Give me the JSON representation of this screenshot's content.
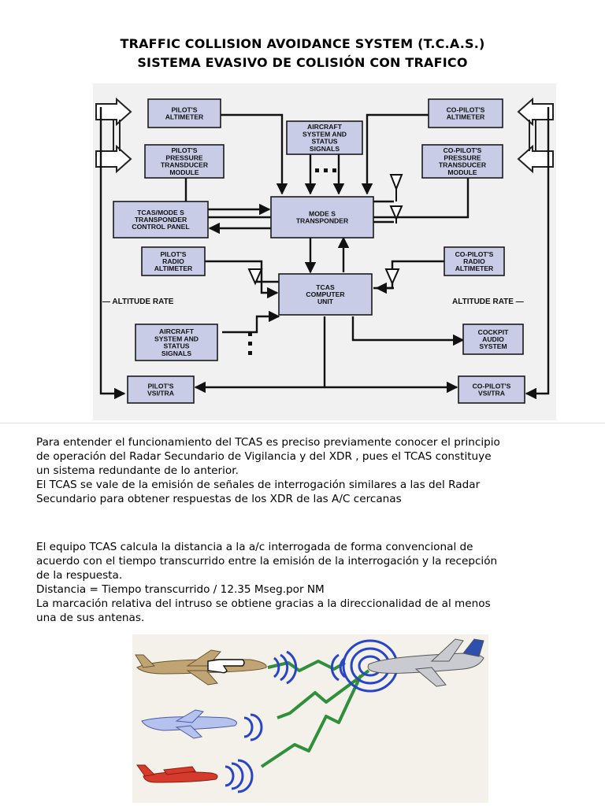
{
  "title_line1": "TRAFFIC COLLISION AVOIDANCE SYSTEM (T.C.A.S.)",
  "title_line2": "SISTEMA EVASIVO DE COLISIÓN CON TRAFICO",
  "diagram": {
    "pilot_altimeter": [
      "PILOT'S",
      "ALTIMETER"
    ],
    "aircraft_system_top": [
      "AIRCRAFT",
      "SYSTEM AND",
      "STATUS",
      "SIGNALS"
    ],
    "copilot_altimeter": [
      "CO-PILOT'S",
      "ALTIMETER"
    ],
    "pilot_pressure": [
      "PILOT'S",
      "PRESSURE",
      "TRANSDUCER",
      "MODULE"
    ],
    "copilot_pressure": [
      "CO-PILOT'S",
      "PRESSURE",
      "TRANSDUCER",
      "MODULE"
    ],
    "tcas_panel": [
      "TCAS/MODE S",
      "TRANSPONDER",
      "CONTROL PANEL"
    ],
    "mode_s": [
      "MODE S",
      "TRANSPONDER"
    ],
    "pilot_radio": [
      "PILOT'S",
      "RADIO",
      "ALTIMETER"
    ],
    "copilot_radio": [
      "CO-PILOT'S",
      "RADIO",
      "ALTIMETER"
    ],
    "tcas_computer": [
      "TCAS",
      "COMPUTER",
      "UNIT"
    ],
    "altitude_rate_left": "— ALTITUDE RATE",
    "altitude_rate_right": "ALTITUDE RATE —",
    "aircraft_system_bottom": [
      "AIRCRAFT",
      "SYSTEM AND",
      "STATUS",
      "SIGNALS"
    ],
    "cockpit_audio": [
      "COCKPIT",
      "AUDIO",
      "SYSTEM"
    ],
    "pilot_vsi": [
      "PILOT'S",
      "VSI/TRA"
    ],
    "copilot_vsi": [
      "CO-PILOT'S",
      "VSI/TRA"
    ]
  },
  "paragraph1": [
    "Para entender el funcionamiento del TCAS es preciso previamente conocer el principio",
    "de operación del Radar Secundario de Vigilancia y del XDR , pues el TCAS constituye",
    "un sistema redundante de lo anterior.",
    "El TCAS se vale de la emisión de señales de interrogación similares a las del Radar",
    "Secundario para obtener respuestas de los XDR de las A/C cercanas"
  ],
  "paragraph2": [
    "El equipo TCAS calcula la distancia a la a/c interrogada de forma convencional de",
    "acuerdo con el tiempo transcurrido entre la emisión de la interrogación y la recepción",
    "de la respuesta.",
    "Distancia = Tiempo transcurrido / 12.35 Mseg.por NM",
    "La marcación relativa del intruso se obtiene gracias a la direccionalidad de al menos",
    "una de sus antenas."
  ],
  "colors": {
    "diagram_bg": "#f1f1f1",
    "box_fill": "#c9cce6",
    "box_border": "#1a1a1a",
    "illus_bg": "#f3f1e9",
    "signal_green": "#2f8f3a",
    "wave_blue": "#2844c8"
  }
}
